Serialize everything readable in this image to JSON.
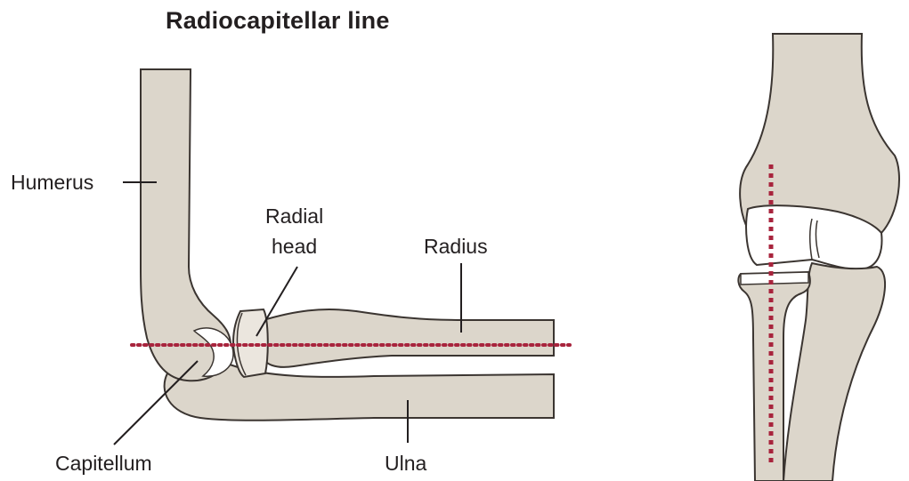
{
  "title": "Radiocapitellar line",
  "labels": {
    "humerus": "Humerus",
    "radial_head_line1": "Radial",
    "radial_head_line2": "head",
    "radius": "Radius",
    "capitellum": "Capitellum",
    "ulna": "Ulna"
  },
  "colors": {
    "bone_fill": "#dcd6cb",
    "bone_light": "#efebe4",
    "bone_outline": "#3b3531",
    "cartilage": "#ffffff",
    "reference_line": "#a8243d",
    "text": "#231f20"
  }
}
